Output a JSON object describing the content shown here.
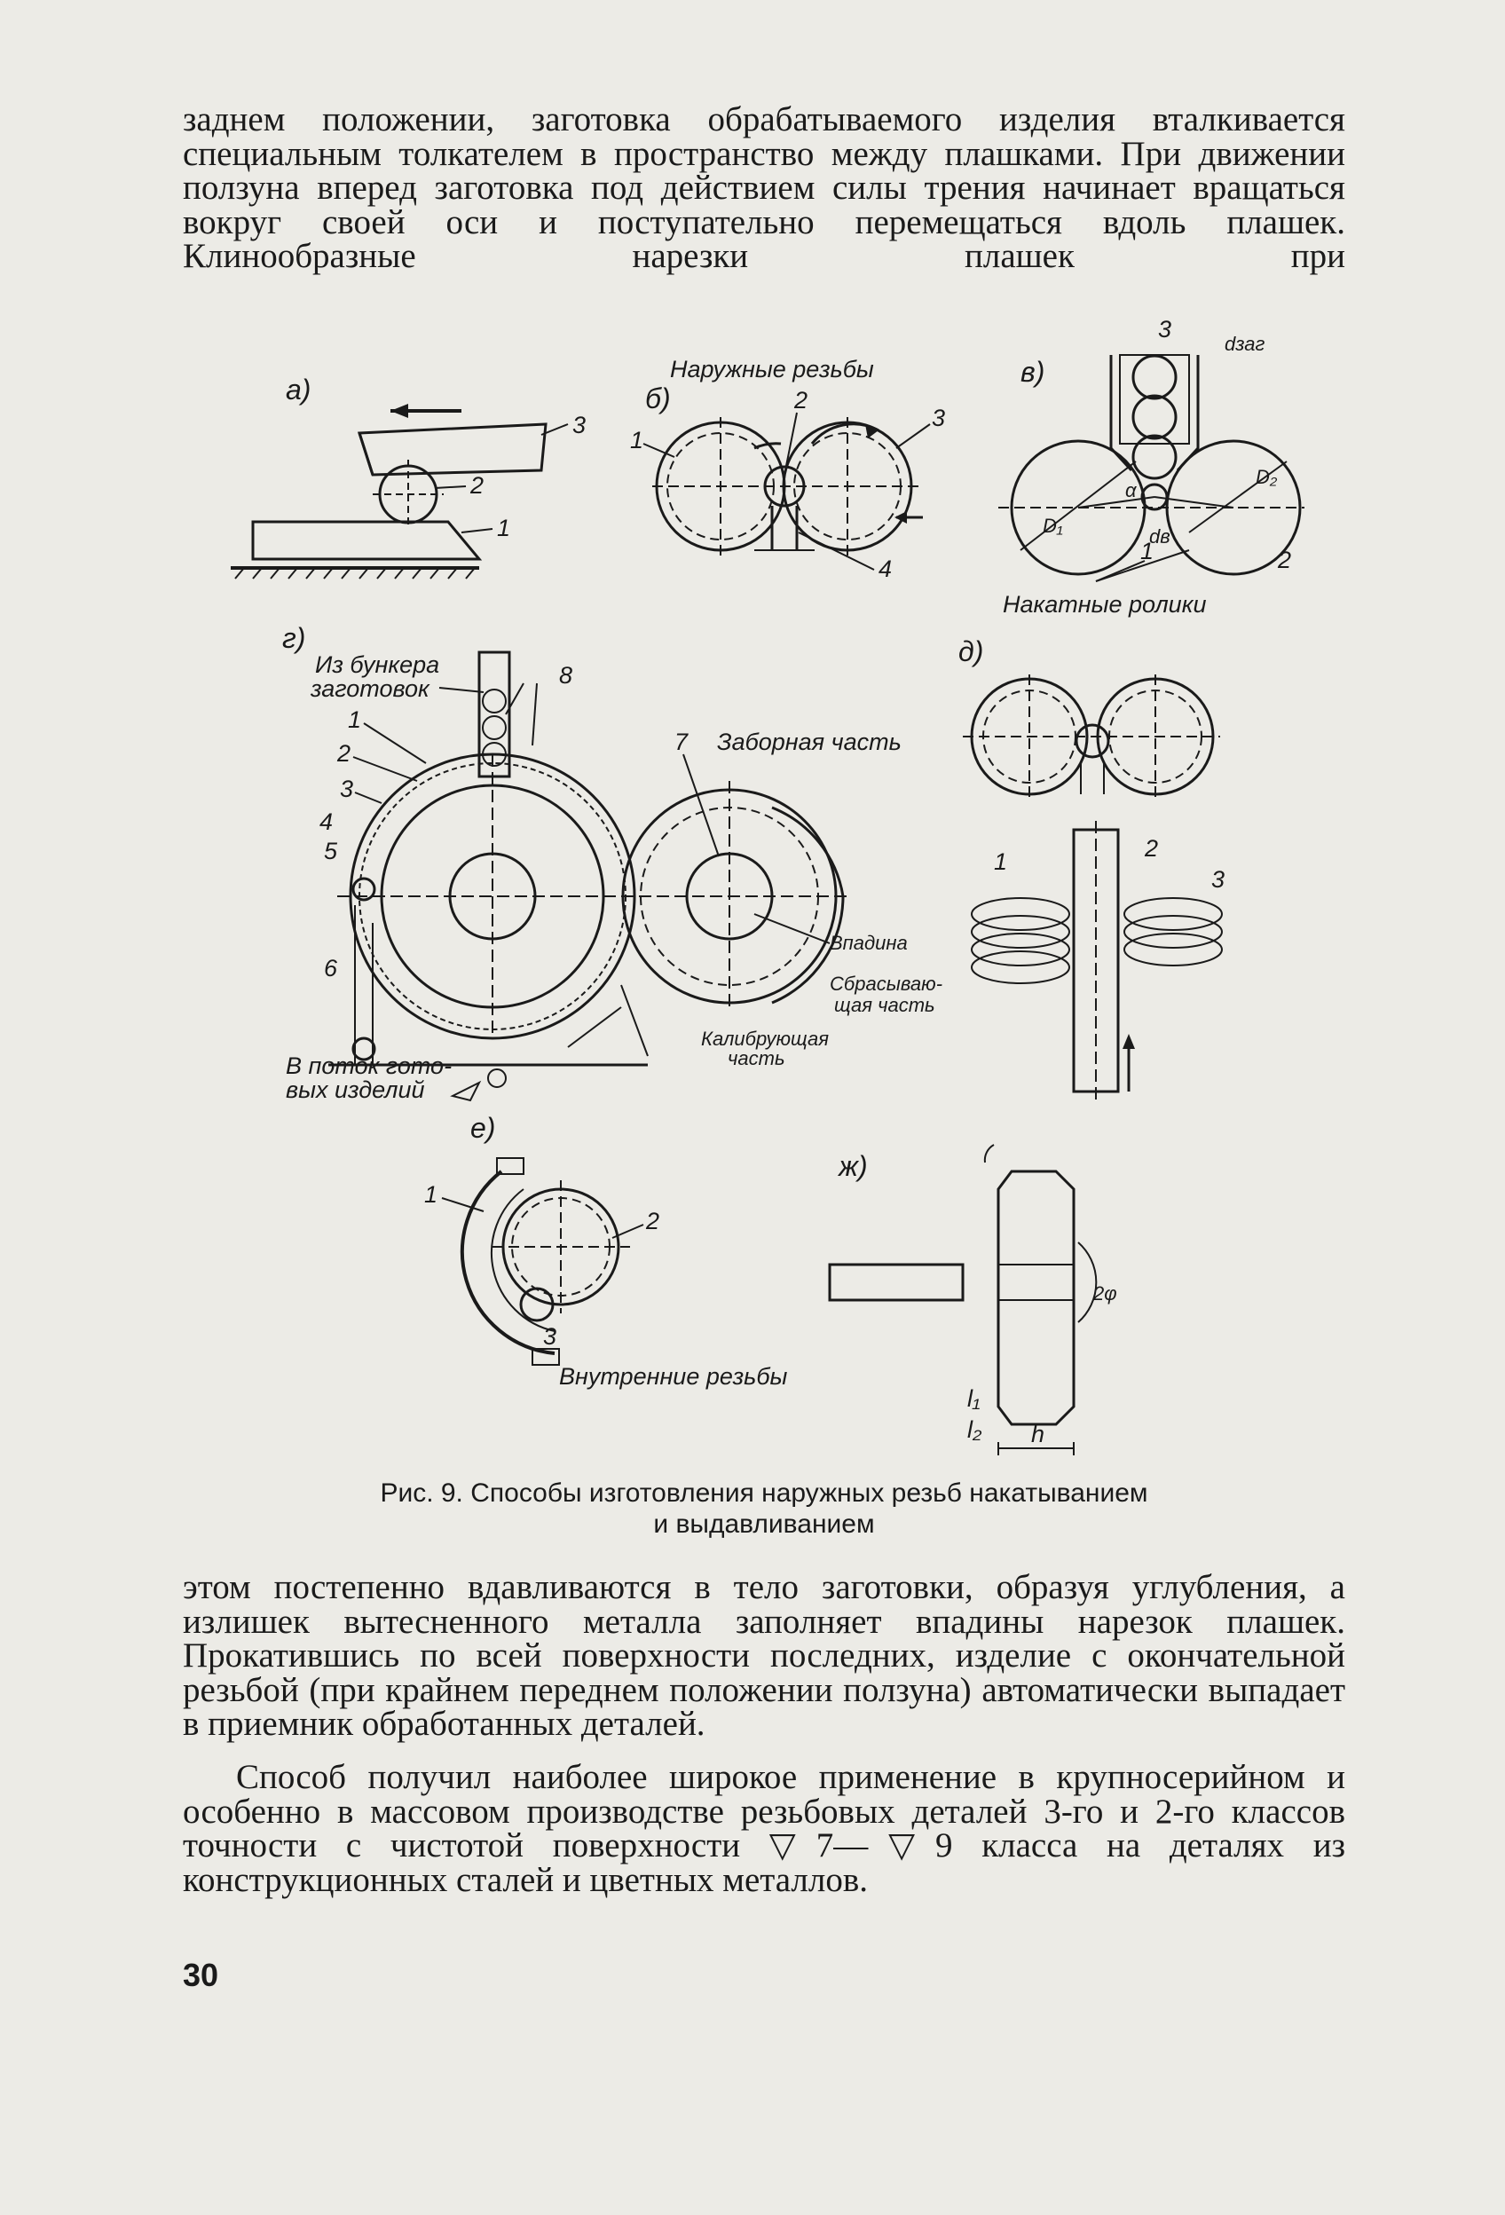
{
  "text": {
    "para1": "заднем положении, заготовка обрабатываемого изделия вталкивается специальным толкателем в пространство между плашками. При движении ползуна вперед заготовка под действием силы трения начинает вращаться вокруг своей оси и поступательно перемещаться вдоль плашек. Клинообразные нарезки плашек при",
    "caption_line1": "Рис. 9. Способы изготовления наружных резьб накатыванием",
    "caption_line2": "и выдавливанием",
    "para2": "этом постепенно вдавливаются в тело заготовки, образуя углубления, а излишек вытесненного металла заполняет впадины нарезок плашек. Прокатившись по всей поверхности последних, изделие с окончательной резьбой (при крайнем переднем положении ползуна) автоматически выпадает в приемник обработанных деталей.",
    "para3": "Способ получил наиболее широкое применение в крупносерийном и особенно в массовом производстве резьбовых деталей 3-го и 2-го классов точности с чистотой поверхности ▽7—▽9 класса на деталях из конструкционных сталей и цветных металлов.",
    "page_number": "30"
  },
  "figure": {
    "sub_a": "а)",
    "sub_b": "б)",
    "sub_v": "в)",
    "sub_g": "г)",
    "sub_d": "д)",
    "sub_e": "е)",
    "sub_zh": "ж)",
    "title_external": "Наружные резьбы",
    "title_internal": "Внутренние резьбы",
    "label_rollers": "Накатные ролики",
    "label_bunker": "Из бункера заготовок",
    "label_bunker_1": "Из бункера",
    "label_bunker_2": "заготовок",
    "label_flow_1": "В поток гото-",
    "label_flow_2": "вых изделий",
    "label_intake": "Заборная часть",
    "label_hollow": "Впадина",
    "label_release_1": "Сбрасываю-",
    "label_release_2": "щая часть",
    "label_calib_1": "Калибрующая",
    "label_calib_2": "часть",
    "d_zag": "dзаг",
    "D1": "D₁",
    "D2": "D₂",
    "alpha": "α",
    "d_v": "dв",
    "l1": "l₁",
    "l2": "l₂",
    "h": "h",
    "two_phi": "2φ",
    "n1": "1",
    "n2": "2",
    "n3": "3",
    "n4": "4",
    "n5": "5",
    "n6": "6",
    "n7": "7",
    "n8": "8"
  }
}
